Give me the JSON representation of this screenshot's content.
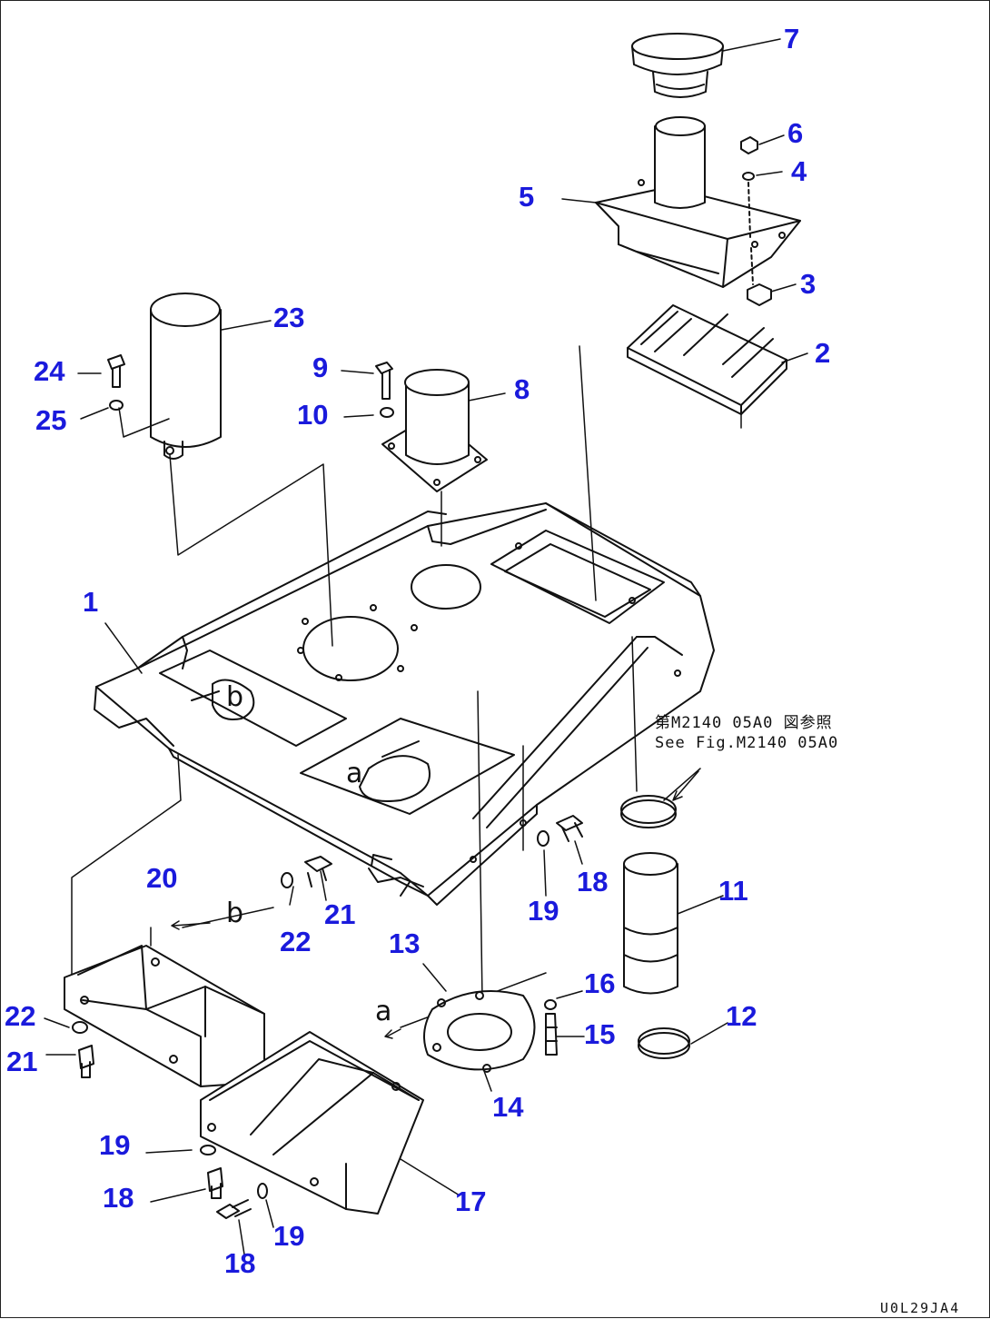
{
  "diagram": {
    "callouts": [
      {
        "id": "7",
        "label": "7"
      },
      {
        "id": "6",
        "label": "6"
      },
      {
        "id": "4",
        "label": "4"
      },
      {
        "id": "5",
        "label": "5"
      },
      {
        "id": "3",
        "label": "3"
      },
      {
        "id": "2",
        "label": "2"
      },
      {
        "id": "23",
        "label": "23"
      },
      {
        "id": "24",
        "label": "24"
      },
      {
        "id": "25",
        "label": "25"
      },
      {
        "id": "9",
        "label": "9"
      },
      {
        "id": "8",
        "label": "8"
      },
      {
        "id": "10",
        "label": "10"
      },
      {
        "id": "1",
        "label": "1"
      },
      {
        "id": "11",
        "label": "11"
      },
      {
        "id": "20",
        "label": "20"
      },
      {
        "id": "21a",
        "label": "21"
      },
      {
        "id": "22a",
        "label": "22"
      },
      {
        "id": "13",
        "label": "13"
      },
      {
        "id": "19a",
        "label": "19"
      },
      {
        "id": "18a",
        "label": "18"
      },
      {
        "id": "16",
        "label": "16"
      },
      {
        "id": "15",
        "label": "15"
      },
      {
        "id": "12",
        "label": "12"
      },
      {
        "id": "22b",
        "label": "22"
      },
      {
        "id": "21b",
        "label": "21"
      },
      {
        "id": "14",
        "label": "14"
      },
      {
        "id": "19b",
        "label": "19"
      },
      {
        "id": "18b",
        "label": "18"
      },
      {
        "id": "17",
        "label": "17"
      },
      {
        "id": "19c",
        "label": "19"
      },
      {
        "id": "18c",
        "label": "18"
      }
    ],
    "reference_note": {
      "line1": "第M2140 05A0 図参照",
      "line2": "See Fig.M2140 05A0"
    },
    "view_letters": {
      "b_top": "b",
      "a_top": "a",
      "b_bottom": "b",
      "a_bottom": "a"
    },
    "drawing_code": "U0L29JA4",
    "colors": {
      "callout": "#1a1adc",
      "linework": "#111111",
      "background": "#ffffff"
    }
  }
}
